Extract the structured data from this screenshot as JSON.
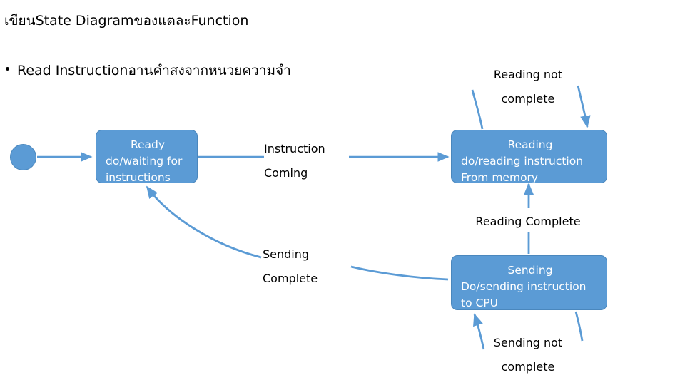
{
  "slide": {
    "title": "เขียนState DiagramของแตละFunction",
    "bullet": "Read Instructionอานคำสงจากหนวยความจำ",
    "bullet_marker": "•"
  },
  "colors": {
    "state_fill": "#5b9bd5",
    "state_border": "#4a87bd",
    "state_text": "#ffffff",
    "connector": "#5b9bd5",
    "label_text": "#000000",
    "background": "#ffffff"
  },
  "states": {
    "initial": {
      "name": "initial-state",
      "shape": "filled-circle"
    },
    "ready": {
      "title": "Ready",
      "line1": "do/waiting for",
      "line2": "instructions"
    },
    "reading": {
      "title": "Reading",
      "line1": "do/reading instruction",
      "line2": "From memory"
    },
    "sending": {
      "title": "Sending",
      "line1": "Do/sending instruction",
      "line2": "to CPU"
    }
  },
  "transitions": [
    {
      "id": "instruction-coming",
      "from": "ready",
      "to": "reading",
      "line1": "Instruction",
      "line2": "Coming"
    },
    {
      "id": "reading-not-complete",
      "from": "reading",
      "to": "reading",
      "line1": "Reading not",
      "line2": "complete"
    },
    {
      "id": "reading-complete",
      "from": "sending",
      "to": "reading",
      "line1": "Reading Complete",
      "line2": ""
    },
    {
      "id": "sending-complete",
      "from": "sending",
      "to": "ready",
      "line1": "Sending",
      "line2": "Complete"
    },
    {
      "id": "sending-not-complete",
      "from": "sending",
      "to": "sending",
      "line1": "Sending not",
      "line2": "complete"
    }
  ]
}
